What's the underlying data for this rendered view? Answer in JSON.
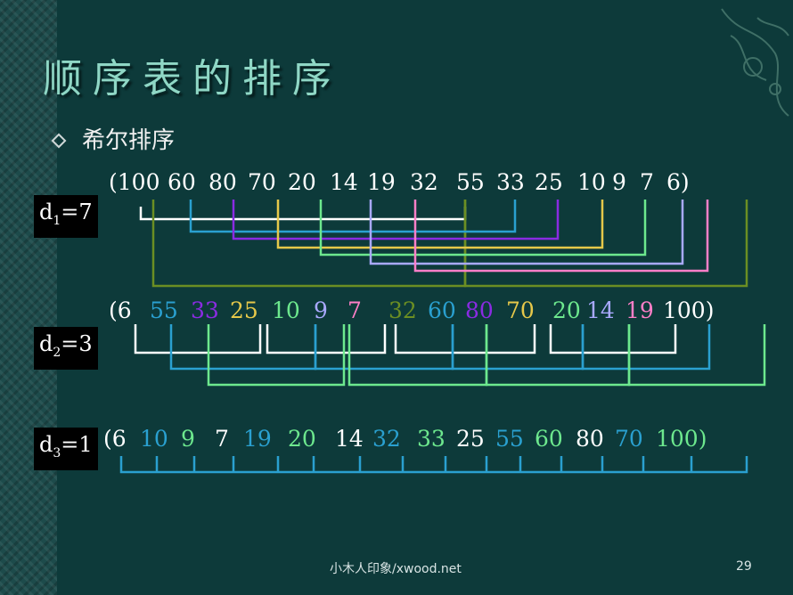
{
  "title": "顺序表的排序",
  "subtitle": "希尔排序",
  "labels": {
    "d1": "d",
    "d1_sub": "1",
    "d1_rest": "=7",
    "d2": "d",
    "d2_sub": "2",
    "d2_rest": "=3",
    "d3": "d",
    "d3_sub": "3",
    "d3_rest": "=1"
  },
  "colors": {
    "white": "#ffffff",
    "blue": "#2aa0d0",
    "purple": "#8a2be2",
    "yellow": "#e6c84a",
    "green": "#6de88e",
    "lavender": "#a9a9ff",
    "pink": "#ff7fc8",
    "olive": "#6b8e23"
  },
  "row1": [
    {
      "t": "(100",
      "c": "white"
    },
    {
      "t": "60",
      "c": "white"
    },
    {
      "t": "80",
      "c": "white"
    },
    {
      "t": "70",
      "c": "white"
    },
    {
      "t": "20",
      "c": "white"
    },
    {
      "t": "14",
      "c": "white"
    },
    {
      "t": "19",
      "c": "white"
    },
    {
      "t": "32",
      "c": "white"
    },
    {
      "t": "55",
      "c": "white"
    },
    {
      "t": "33",
      "c": "white"
    },
    {
      "t": "25",
      "c": "white"
    },
    {
      "t": "10",
      "c": "white"
    },
    {
      "t": "9",
      "c": "white"
    },
    {
      "t": "7",
      "c": "white"
    },
    {
      "t": "6)",
      "c": "white"
    }
  ],
  "row2": [
    {
      "t": "(6",
      "c": "white"
    },
    {
      "t": "55",
      "c": "blue"
    },
    {
      "t": "33",
      "c": "purple"
    },
    {
      "t": "25",
      "c": "yellow"
    },
    {
      "t": "10",
      "c": "green"
    },
    {
      "t": "9",
      "c": "lavender"
    },
    {
      "t": "7",
      "c": "pink"
    },
    {
      "t": "32",
      "c": "olive"
    },
    {
      "t": "60",
      "c": "blue"
    },
    {
      "t": "80",
      "c": "purple"
    },
    {
      "t": "70",
      "c": "yellow"
    },
    {
      "t": "20",
      "c": "green"
    },
    {
      "t": "14",
      "c": "lavender"
    },
    {
      "t": "19",
      "c": "pink"
    },
    {
      "t": "100)",
      "c": "white"
    }
  ],
  "row3": [
    {
      "t": "(6",
      "c": "white"
    },
    {
      "t": "10",
      "c": "blue"
    },
    {
      "t": "9",
      "c": "green"
    },
    {
      "t": "7",
      "c": "white"
    },
    {
      "t": "19",
      "c": "blue"
    },
    {
      "t": "20",
      "c": "green"
    },
    {
      "t": "14",
      "c": "white"
    },
    {
      "t": "32",
      "c": "blue"
    },
    {
      "t": "33",
      "c": "green"
    },
    {
      "t": "25",
      "c": "white"
    },
    {
      "t": "55",
      "c": "blue"
    },
    {
      "t": "60",
      "c": "green"
    },
    {
      "t": "80",
      "c": "white"
    },
    {
      "t": "70",
      "c": "blue"
    },
    {
      "t": "100)",
      "c": "green"
    }
  ],
  "footer": "小木人印象/xwood.net",
  "page_number": "29"
}
